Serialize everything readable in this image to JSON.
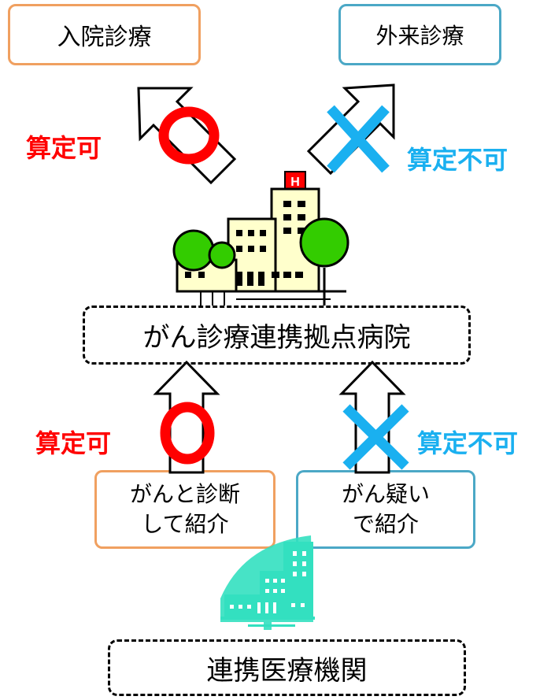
{
  "boxes": {
    "inpatient": "入院診療",
    "outpatient": "外来診療",
    "hub_hospital": "がん診療連携拠点病院",
    "referral_diagnosed_line1": "がんと診断",
    "referral_diagnosed_line2": "して紹介",
    "referral_suspected_line1": "がん疑い",
    "referral_suspected_line2": "で紹介",
    "partner_institution": "連携医療機関"
  },
  "labels": {
    "billable_top": "算定可",
    "not_billable_top": "算定不可",
    "billable_bottom": "算定可",
    "not_billable_bottom": "算定不可"
  },
  "colors": {
    "billable": "#ff0000",
    "not_billable": "#1ab0f0",
    "orange_border": "#f0a060",
    "blue_border": "#4ba8c6"
  },
  "icons": {
    "hospital_top": "hospital-with-trees-icon",
    "hospital_bottom": "partner-hospital-icon",
    "circle": "circle-ok-icon",
    "cross": "cross-ng-icon"
  }
}
